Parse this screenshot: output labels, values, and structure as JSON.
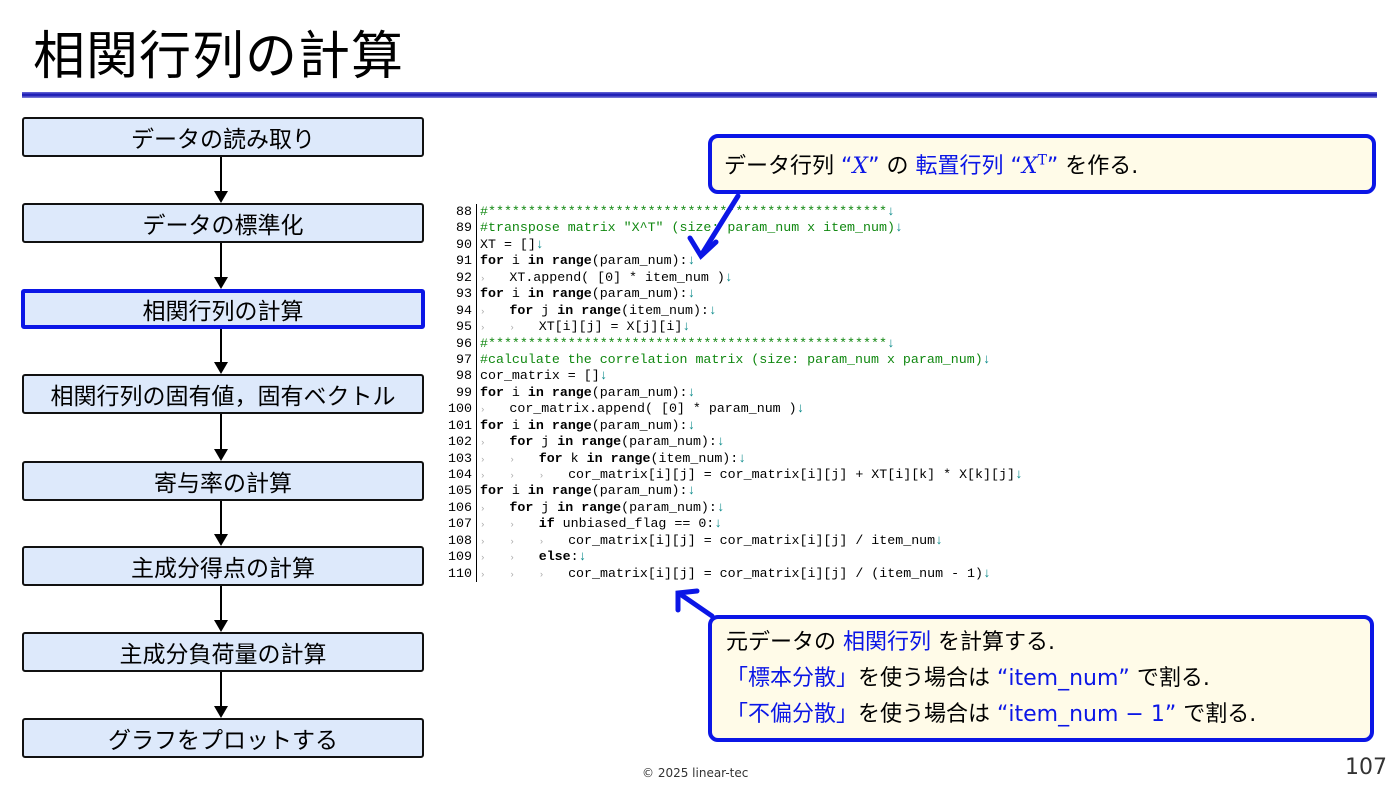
{
  "title": "相関行列の計算",
  "flow": [
    "データの読み取り",
    "データの標準化",
    "相関行列の計算",
    "相関行列の固有値，固有ベクトル",
    "寄与率の計算",
    "主成分得点の計算",
    "主成分負荷量の計算",
    "グラフをプロットする"
  ],
  "flow_active": 2,
  "callout_top": {
    "t1": "データ行列 ",
    "q1": "“",
    "x": "X",
    "q2": "”",
    "t2": " の ",
    "t3": "転置行列",
    "t4": " “",
    "xt": "X",
    "sup": "T",
    "q3": "”",
    "t5": " を作る."
  },
  "callout_bottom": {
    "l1a": "元データの ",
    "l1b": "相関行列",
    "l1c": " を計算する.",
    "l2a": "「標本分散」",
    "l2b": "を使う場合は ",
    "l2c": "“item_num”",
    "l2d": " で割る.",
    "l3a": "「不偏分散」",
    "l3b": "を使う場合は ",
    "l3c": "“item_num − 1”",
    "l3d": " で割る."
  },
  "code": [
    {
      "n": "88",
      "i": 0,
      "s": [
        [
          "cm",
          "#**************************************************"
        ]
      ]
    },
    {
      "n": "89",
      "i": 0,
      "s": [
        [
          "cm",
          "#transpose matrix \"X^T\" (size: param_num x item_num)"
        ]
      ]
    },
    {
      "n": "90",
      "i": 0,
      "s": [
        [
          "",
          "XT = []"
        ]
      ]
    },
    {
      "n": "91",
      "i": 0,
      "s": [
        [
          "kw",
          "for"
        ],
        [
          "",
          " i "
        ],
        [
          "kw",
          "in"
        ],
        [
          "",
          " "
        ],
        [
          "kw",
          "range"
        ],
        [
          "",
          "(param_num):"
        ]
      ]
    },
    {
      "n": "92",
      "i": 1,
      "s": [
        [
          "",
          "XT.append( [0] * item_num )"
        ]
      ]
    },
    {
      "n": "93",
      "i": 0,
      "s": [
        [
          "kw",
          "for"
        ],
        [
          "",
          " i "
        ],
        [
          "kw",
          "in"
        ],
        [
          "",
          " "
        ],
        [
          "kw",
          "range"
        ],
        [
          "",
          "(param_num):"
        ]
      ]
    },
    {
      "n": "94",
      "i": 1,
      "s": [
        [
          "kw",
          "for"
        ],
        [
          "",
          " j "
        ],
        [
          "kw",
          "in"
        ],
        [
          "",
          " "
        ],
        [
          "kw",
          "range"
        ],
        [
          "",
          "(item_num):"
        ]
      ]
    },
    {
      "n": "95",
      "i": 2,
      "s": [
        [
          "",
          "XT[i][j] = X[j][i]"
        ]
      ]
    },
    {
      "n": "96",
      "i": 0,
      "s": [
        [
          "cm",
          "#**************************************************"
        ]
      ]
    },
    {
      "n": "97",
      "i": 0,
      "s": [
        [
          "cm",
          "#calculate the correlation matrix (size: param_num x param_num)"
        ]
      ]
    },
    {
      "n": "98",
      "i": 0,
      "s": [
        [
          "",
          "cor_matrix = []"
        ]
      ]
    },
    {
      "n": "99",
      "i": 0,
      "s": [
        [
          "kw",
          "for"
        ],
        [
          "",
          " i "
        ],
        [
          "kw",
          "in"
        ],
        [
          "",
          " "
        ],
        [
          "kw",
          "range"
        ],
        [
          "",
          "(param_num):"
        ]
      ]
    },
    {
      "n": "100",
      "i": 1,
      "s": [
        [
          "",
          "cor_matrix.append( [0] * param_num )"
        ]
      ]
    },
    {
      "n": "101",
      "i": 0,
      "s": [
        [
          "kw",
          "for"
        ],
        [
          "",
          " i "
        ],
        [
          "kw",
          "in"
        ],
        [
          "",
          " "
        ],
        [
          "kw",
          "range"
        ],
        [
          "",
          "(param_num):"
        ]
      ]
    },
    {
      "n": "102",
      "i": 1,
      "s": [
        [
          "kw",
          "for"
        ],
        [
          "",
          " j "
        ],
        [
          "kw",
          "in"
        ],
        [
          "",
          " "
        ],
        [
          "kw",
          "range"
        ],
        [
          "",
          "(param_num):"
        ]
      ]
    },
    {
      "n": "103",
      "i": 2,
      "s": [
        [
          "kw",
          "for"
        ],
        [
          "",
          " k "
        ],
        [
          "kw",
          "in"
        ],
        [
          "",
          " "
        ],
        [
          "kw",
          "range"
        ],
        [
          "",
          "(item_num):"
        ]
      ]
    },
    {
      "n": "104",
      "i": 3,
      "s": [
        [
          "",
          "cor_matrix[i][j] = cor_matrix[i][j] + XT[i][k] * X[k][j]"
        ]
      ]
    },
    {
      "n": "105",
      "i": 0,
      "s": [
        [
          "kw",
          "for"
        ],
        [
          "",
          " i "
        ],
        [
          "kw",
          "in"
        ],
        [
          "",
          " "
        ],
        [
          "kw",
          "range"
        ],
        [
          "",
          "(param_num):"
        ]
      ]
    },
    {
      "n": "106",
      "i": 1,
      "s": [
        [
          "kw",
          "for"
        ],
        [
          "",
          " j "
        ],
        [
          "kw",
          "in"
        ],
        [
          "",
          " "
        ],
        [
          "kw",
          "range"
        ],
        [
          "",
          "(param_num):"
        ]
      ]
    },
    {
      "n": "107",
      "i": 2,
      "s": [
        [
          "kw",
          "if"
        ],
        [
          "",
          " unbiased_flag == 0:"
        ]
      ]
    },
    {
      "n": "108",
      "i": 3,
      "s": [
        [
          "",
          "cor_matrix[i][j] = cor_matrix[i][j] / item_num"
        ]
      ]
    },
    {
      "n": "109",
      "i": 2,
      "s": [
        [
          "kw",
          "else"
        ],
        [
          "",
          ":"
        ]
      ]
    },
    {
      "n": "110",
      "i": 3,
      "s": [
        [
          "",
          "cor_matrix[i][j] = cor_matrix[i][j] / (item_num - 1)"
        ]
      ]
    }
  ],
  "newline_mark": "↓",
  "tab_mark": "›",
  "copyright": "© 2025 linear-tec",
  "page_number": "107"
}
